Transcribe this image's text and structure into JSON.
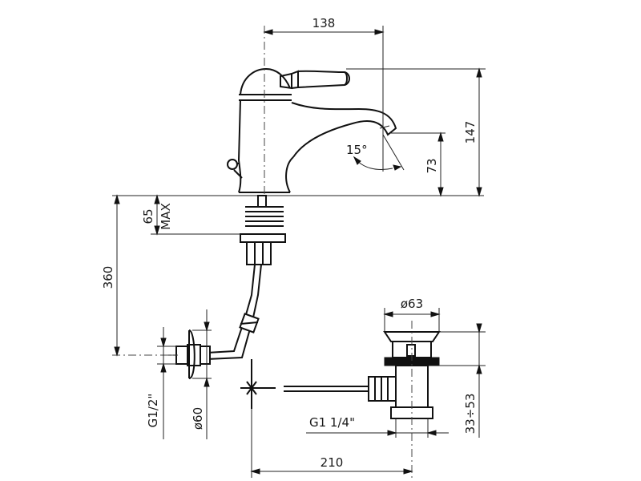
{
  "drawing": {
    "dimensions": {
      "spout_reach": "138",
      "height_total": "147",
      "height_spout": "73",
      "angle": "15°",
      "deck_thickness": "65",
      "deck_max": "MAX",
      "hose_length": "360",
      "drain_diameter": "ø63",
      "thread_half": "G1/2\"",
      "rosette_diameter": "ø60",
      "thread_drain": "G1  1/4\"",
      "drain_range": "33÷53",
      "overall_width": "210"
    }
  },
  "colors": {
    "line": "#111111",
    "background": "#ffffff"
  }
}
